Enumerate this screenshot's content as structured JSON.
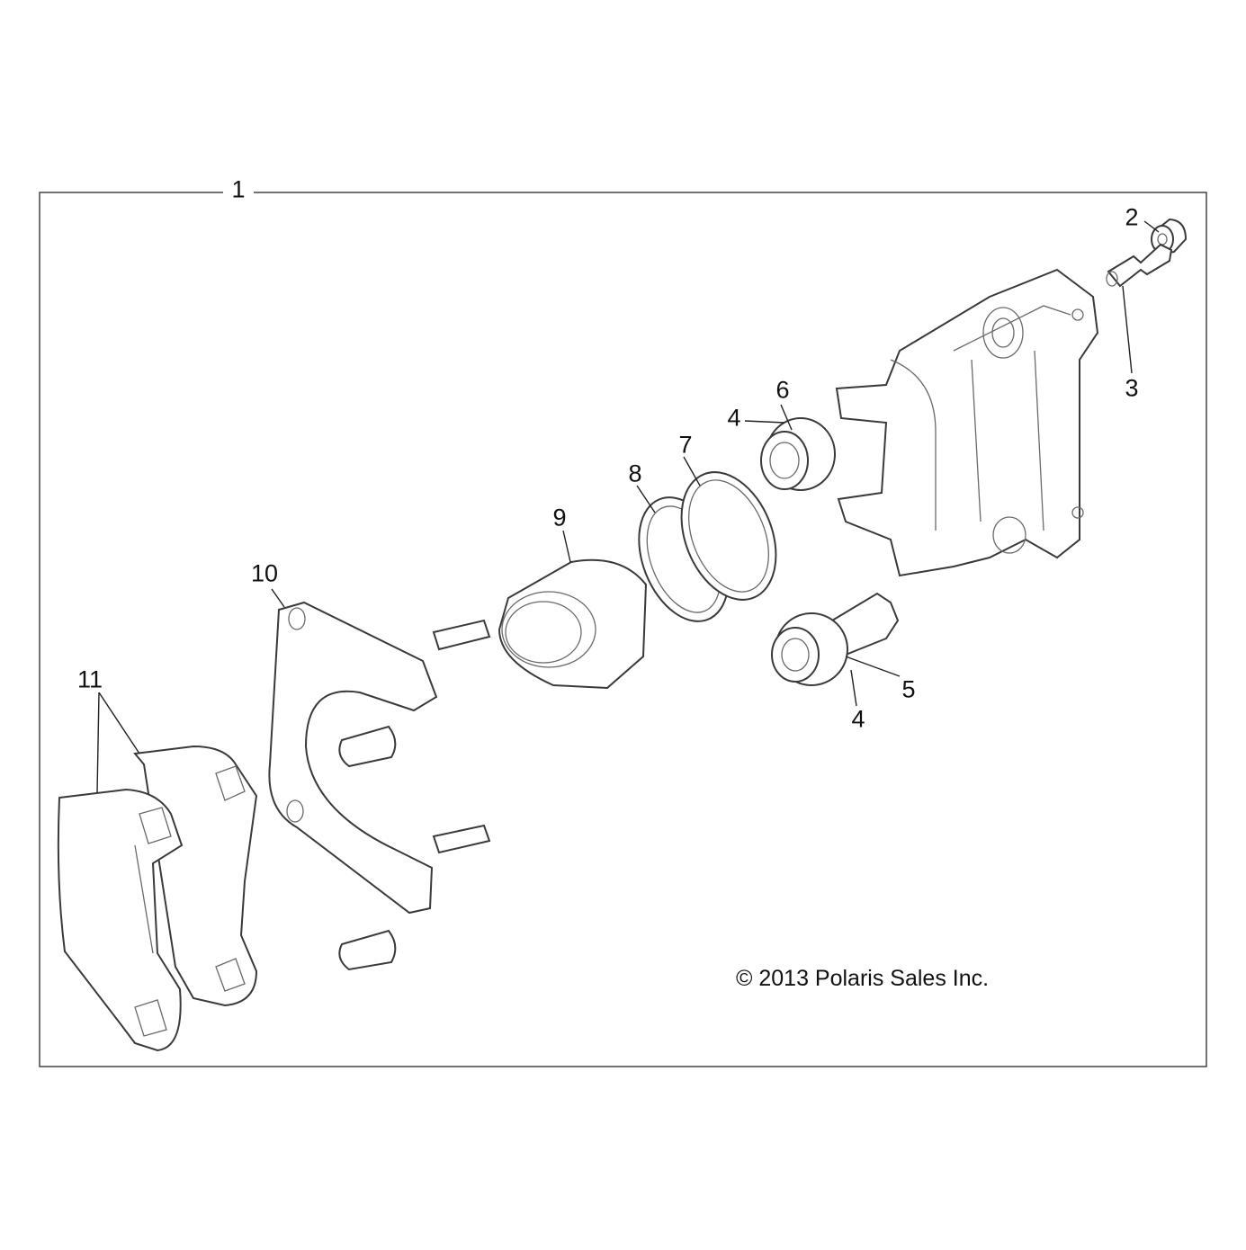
{
  "diagram": {
    "callouts": {
      "c1": "1",
      "c2": "2",
      "c3": "3",
      "c4a": "4",
      "c4b": "4",
      "c5": "5",
      "c6": "6",
      "c7": "7",
      "c8": "8",
      "c9": "9",
      "c10": "10",
      "c11": "11"
    },
    "copyright": "© 2013 Polaris Sales Inc."
  },
  "colors": {
    "line": "#3a3a3a",
    "text": "#111111",
    "background": "#ffffff"
  }
}
